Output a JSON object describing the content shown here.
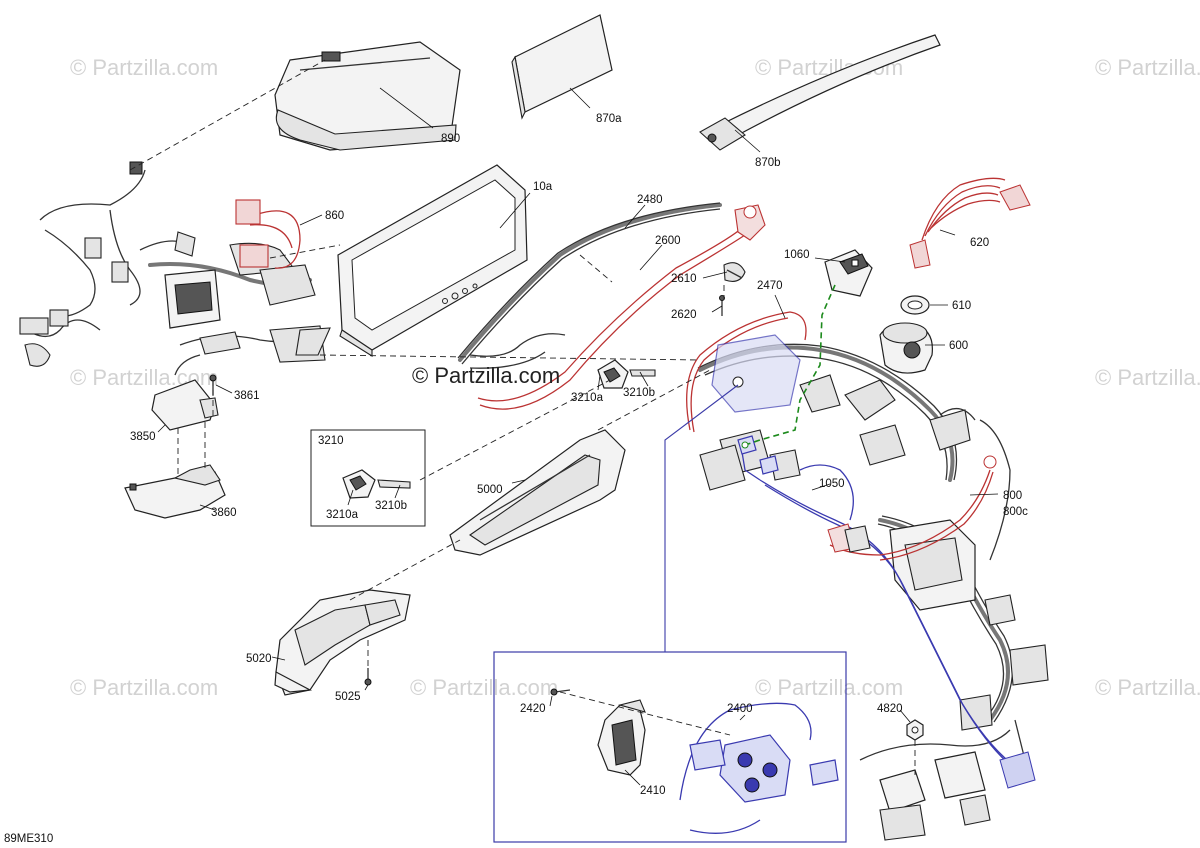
{
  "diagram": {
    "code": "89ME310",
    "watermark": "© Partzilla.com",
    "watermark_center": "© Partzilla.com",
    "inset_label": "3210",
    "parts": [
      {
        "id": "890",
        "label": "890"
      },
      {
        "id": "870a",
        "label": "870a"
      },
      {
        "id": "870b",
        "label": "870b"
      },
      {
        "id": "10a",
        "label": "10a"
      },
      {
        "id": "860",
        "label": "860"
      },
      {
        "id": "2480",
        "label": "2480"
      },
      {
        "id": "2600",
        "label": "2600"
      },
      {
        "id": "2610",
        "label": "2610"
      },
      {
        "id": "2620",
        "label": "2620"
      },
      {
        "id": "1060",
        "label": "1060"
      },
      {
        "id": "620",
        "label": "620"
      },
      {
        "id": "610",
        "label": "610"
      },
      {
        "id": "600",
        "label": "600"
      },
      {
        "id": "2470",
        "label": "2470"
      },
      {
        "id": "3861",
        "label": "3861"
      },
      {
        "id": "3850",
        "label": "3850"
      },
      {
        "id": "3860",
        "label": "3860"
      },
      {
        "id": "3210a",
        "label": "3210a"
      },
      {
        "id": "3210b",
        "label": "3210b"
      },
      {
        "id": "inset-3210a",
        "label": "3210a"
      },
      {
        "id": "inset-3210b",
        "label": "3210b"
      },
      {
        "id": "5000",
        "label": "5000"
      },
      {
        "id": "1050",
        "label": "1050"
      },
      {
        "id": "800",
        "label": "800"
      },
      {
        "id": "800c",
        "label": "800c"
      },
      {
        "id": "5020",
        "label": "5020"
      },
      {
        "id": "5025",
        "label": "5025"
      },
      {
        "id": "2420",
        "label": "2420"
      },
      {
        "id": "2400",
        "label": "2400"
      },
      {
        "id": "2410",
        "label": "2410"
      },
      {
        "id": "4820",
        "label": "4820"
      }
    ]
  }
}
